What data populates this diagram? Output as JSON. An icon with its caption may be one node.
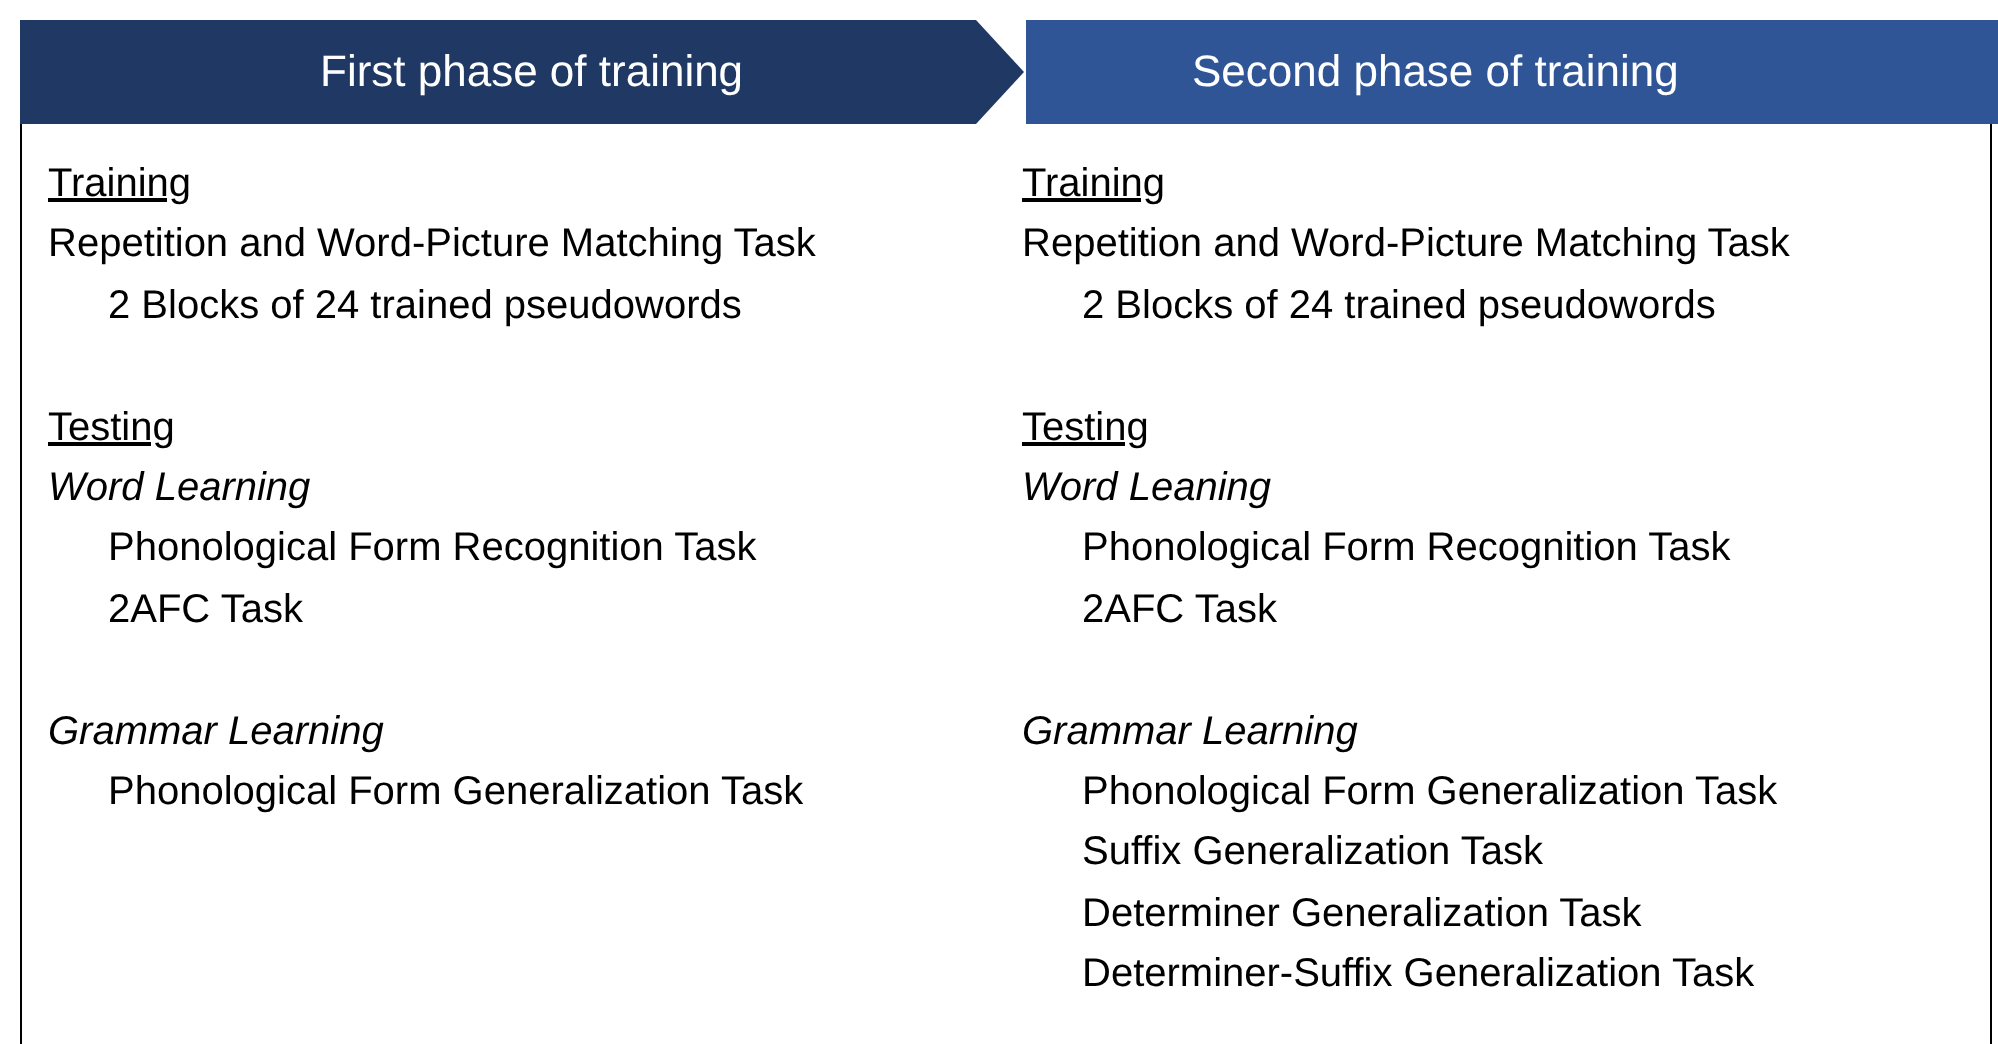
{
  "diagram": {
    "nodes": [
      {
        "text": [
          "First phase of training"
        ]
      },
      {
        "text": [
          "Second phase of training"
        ]
      },
      {
        "text": [
          "Training",
          "Repetition and Word-Picture Matching Task",
          "2 Blocks of 24 trained pseudowords",
          "Testing",
          "Word Learning",
          "Phonological Form Recognition Task",
          "2AFC Task",
          "Grammar Learning",
          "Phonological Form Generalization Task",
          "Training",
          "Repetition and Word-Picture Matching Task",
          "2 Blocks of 24 trained pseudowords",
          "Testing",
          "Word Leaning",
          "Phonological Form Recognition Task",
          "2AFC Task",
          "Grammar Learning",
          "Phonological Form Generalization Task",
          "Suffix Generalization Task",
          "Determiner Generalization Task",
          "Determiner-Suffix Generalization Task"
        ]
      }
    ],
    "edges": []
  }
}
